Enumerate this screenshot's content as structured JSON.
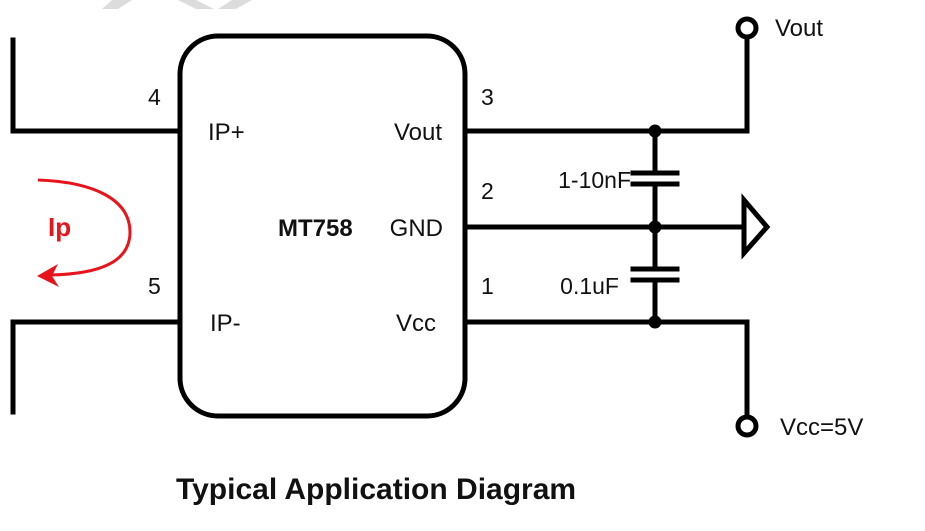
{
  "diagram": {
    "title": "Typical Application Diagram",
    "ic": {
      "part_number": "MT758",
      "pins": [
        {
          "number": "4",
          "name": "IP+"
        },
        {
          "number": "5",
          "name": "IP-"
        },
        {
          "number": "3",
          "name": "Vout"
        },
        {
          "number": "2",
          "name": "GND"
        },
        {
          "number": "1",
          "name": "Vcc"
        }
      ]
    },
    "current_label": "Ip",
    "capacitors": [
      {
        "value": "1-10nF",
        "between": "Vout-GND"
      },
      {
        "value": "0.1uF",
        "between": "GND-Vcc"
      }
    ],
    "terminals": {
      "output": "Vout",
      "supply": "Vcc=5V"
    },
    "colors": {
      "wire": "#000000",
      "current_arrow": "#e8141c",
      "watermark": "#dcdcdc"
    }
  }
}
